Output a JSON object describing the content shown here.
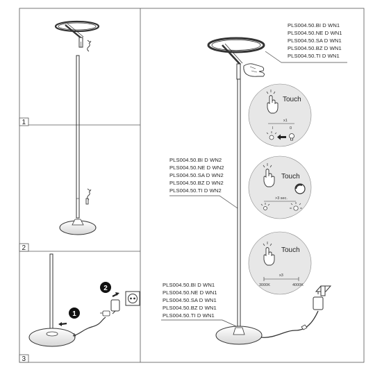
{
  "panels": [
    {
      "number": "1"
    },
    {
      "number": "2"
    },
    {
      "number": "3"
    }
  ],
  "model_groups": {
    "top_right": [
      "PLS004.50.BI D WN1",
      "PLS004.50.NE D WN1",
      "PLS004.50.SA D WN1",
      "PLS004.50.BZ D WN1",
      "PLS004.50.TI D WN1"
    ],
    "middle_left": [
      "PLS004.50.BI D WN2",
      "PLS004.50.NE D WN2",
      "PLS004.50.SA D WN2",
      "PLS004.50.BZ D WN2",
      "PLS004.50.TI D WN2"
    ],
    "bottom_left": [
      "PLS004.50.BI D WN1",
      "PLS004.50.NE D WN1",
      "PLS004.50.SA D WN1",
      "PLS004.50.BZ D WN1",
      "PLS004.50.TI D WN1"
    ]
  },
  "touch_bubbles": [
    {
      "label": "Touch",
      "multiplier": "x1",
      "scale_left": "I",
      "scale_right": "0"
    },
    {
      "label": "Touch",
      "duration": ">3 sec."
    },
    {
      "label": "Touch",
      "multiplier": "x3",
      "range_min": "3000K",
      "range_max": "4000K"
    }
  ],
  "steps": [
    "1",
    "2"
  ],
  "icons": [
    "hand-icon",
    "sparkle-icon",
    "bulb-icon",
    "socket-icon",
    "plug-adapter-icon",
    "dimmer-icon"
  ]
}
